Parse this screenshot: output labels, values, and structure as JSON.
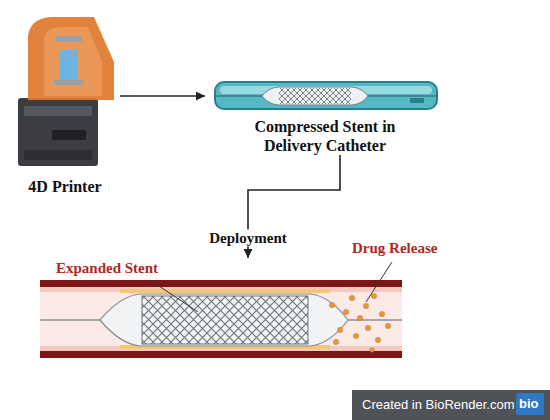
{
  "diagram": {
    "nodes": [
      {
        "text": [
          "4D Printer"
        ]
      },
      {
        "text": [
          "Compressed Stent in Delivery Catheter"
        ]
      },
      {
        "text": [
          "Expanded Stent",
          "Drug Release"
        ]
      }
    ],
    "edges": [
      {
        "from": 0,
        "to": 1,
        "arrow": "to"
      },
      {
        "from": 1,
        "to": 2,
        "label": "Deployment",
        "arrow": "to"
      }
    ],
    "labels": [
      "Created in BioRender.com",
      "bio"
    ]
  }
}
